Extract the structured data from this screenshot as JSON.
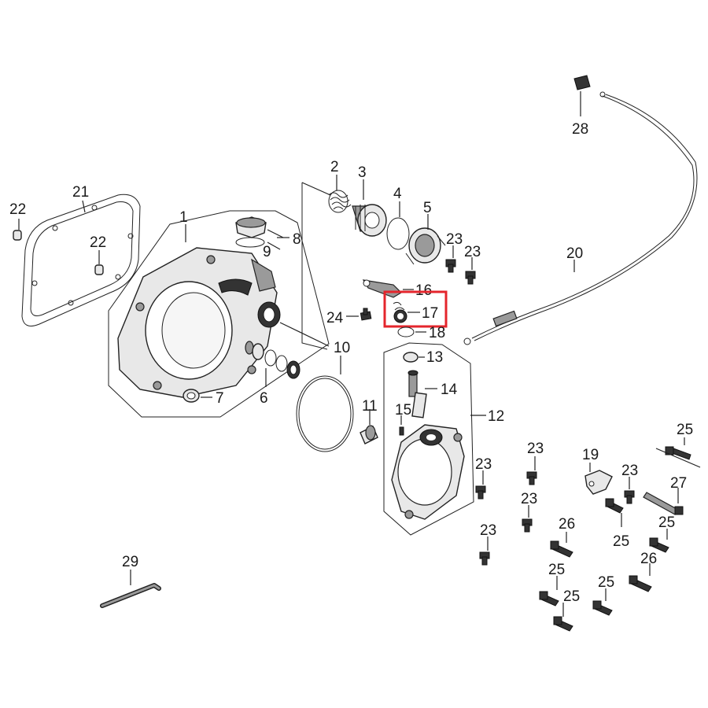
{
  "colors": {
    "highlight": "#e4252c",
    "ink": "#1a1a1a"
  },
  "labels": {
    "p1": "1",
    "p2": "2",
    "p3": "3",
    "p4": "4",
    "p5": "5",
    "p6": "6",
    "p7": "7",
    "p8": "8",
    "p9": "9",
    "p10": "10",
    "p11": "11",
    "p12": "12",
    "p13": "13",
    "p14": "14",
    "p15": "15",
    "p16": "16",
    "p17": "17",
    "p18": "18",
    "p19": "19",
    "p20": "20",
    "p21": "21",
    "p22a": "22",
    "p22b": "22",
    "p23a": "23",
    "p23b": "23",
    "p23c": "23",
    "p23d": "23",
    "p23e": "23",
    "p23f": "23",
    "p23g": "23",
    "p24": "24",
    "p25a": "25",
    "p25b": "25",
    "p25c": "25",
    "p25d": "25",
    "p25e": "25",
    "p25f": "25",
    "p26a": "26",
    "p26b": "26",
    "p27": "27",
    "p28": "28",
    "p29": "29"
  },
  "highlighted_part": "17"
}
